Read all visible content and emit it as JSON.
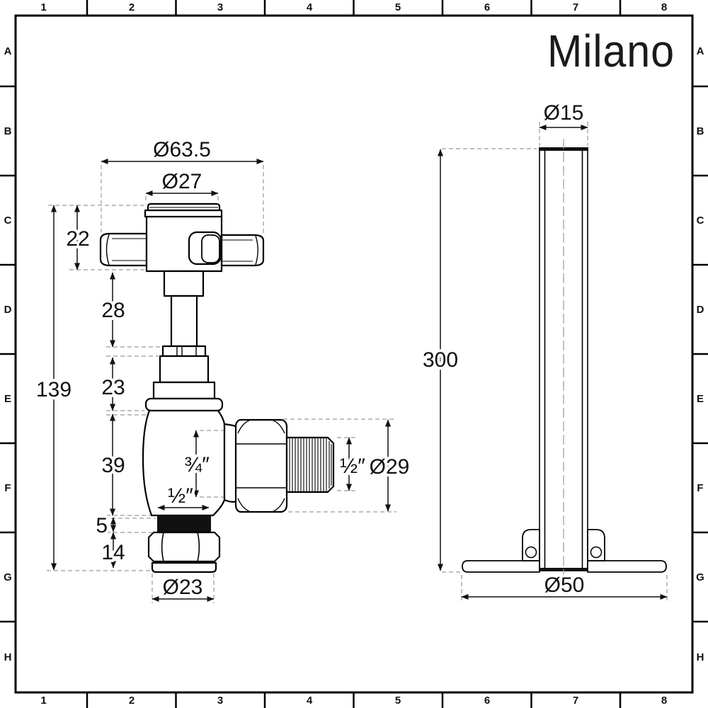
{
  "brand": "Milano",
  "sheet": {
    "columns": [
      "1",
      "2",
      "3",
      "4",
      "5",
      "6",
      "7",
      "8"
    ],
    "rows": [
      "A",
      "B",
      "C",
      "D",
      "E",
      "F",
      "G",
      "H"
    ]
  },
  "valve": {
    "dims": {
      "overall_width": "Ø63.5",
      "cap_diameter": "Ø27",
      "head_height": "22",
      "stem_height": "28",
      "overall_height": "139",
      "gland_height": "23",
      "body_height": "39",
      "port_size": "¾″",
      "body_width": "½″",
      "seal_height": "5",
      "tail_nut_height": "14",
      "tail_diameter": "Ø23",
      "thread_size": "½″",
      "union_nut_diameter": "Ø29"
    }
  },
  "pipe": {
    "dims": {
      "outer_diameter": "Ø15",
      "length": "300",
      "flange_diameter": "Ø50"
    }
  }
}
